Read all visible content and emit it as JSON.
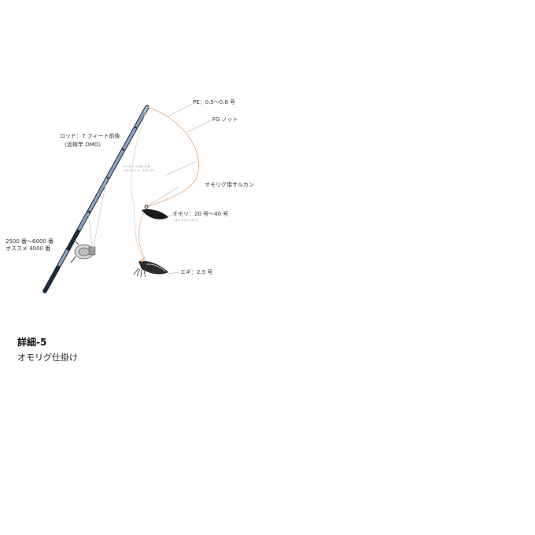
{
  "labels": {
    "pe": "PE：0.5〜0.8 号",
    "fg_knot": "FG ノット",
    "rod_line1": "ロッド：7 フィート前後",
    "rod_line2": "（泥棒竿 OMO）",
    "leader_line1": "リーダー：2 号〜3 号",
    "leader_line2": "（サンライン・エギング）",
    "swivel": "オモリグ用サルカン",
    "sinker": "オモリ：20 号〜40 号",
    "sinker_note": "（オモリグシンカー）",
    "reel_line1": "2500 番〜6000 番",
    "reel_line2": "オススメ 4000 番",
    "egi": "エギ：2.5 号"
  },
  "caption": {
    "title": "詳細-5",
    "subtitle": "オモリグ仕掛け"
  },
  "colors": {
    "rod_blue": "#8aa3c2",
    "rod_dark": "#1e2a3a",
    "line_orange": "#e8b48a",
    "leader_gray": "#bbbbbb",
    "weight_black": "#1a1a1a"
  }
}
